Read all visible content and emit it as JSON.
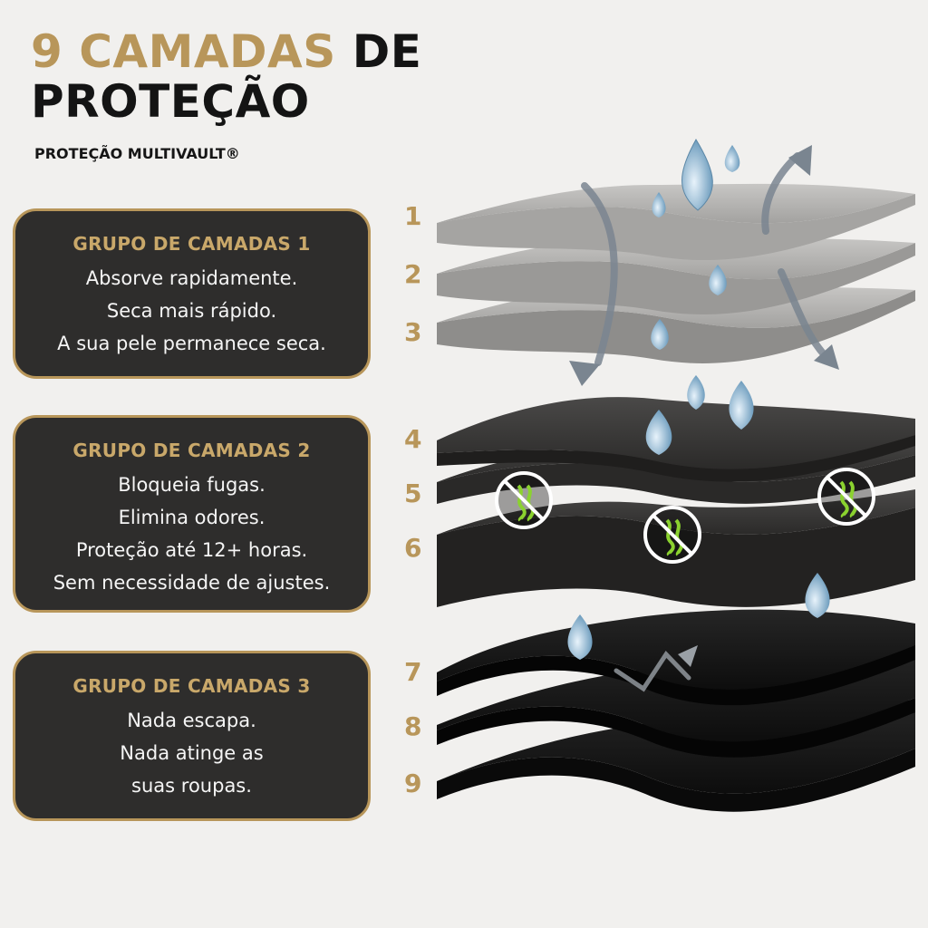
{
  "headline": {
    "line1_gold": "9 CAMADAS",
    "line1_dark": "DE",
    "line2": "PROTEÇÃO"
  },
  "subhead": "PROTEÇÃO MULTIVAULT®",
  "groups": [
    {
      "title": "GRUPO DE CAMADAS 1",
      "lines": [
        "Absorve rapidamente.",
        "Seca mais rápido.",
        "A sua pele permanece seca."
      ]
    },
    {
      "title": "GRUPO DE CAMADAS 2",
      "lines": [
        "Bloqueia fugas.",
        "Elimina odores.",
        "Proteção até 12+ horas.",
        "Sem necessidade de ajustes."
      ]
    },
    {
      "title": "GRUPO DE CAMADAS 3",
      "lines": [
        "Nada escapa.",
        "Nada atinge as",
        "suas roupas."
      ]
    }
  ],
  "layer_numbers": [
    "1",
    "2",
    "3",
    "4",
    "5",
    "6",
    "7",
    "8",
    "9"
  ],
  "colors": {
    "gold": "#b8965a",
    "card_bg": "#2e2d2c",
    "light_layer": "#b9b8b6",
    "mid_layer": "#3b3a39",
    "dark_layer": "#161616",
    "odor_icon": "#8bd22f",
    "droplet": "#9fc3dc"
  },
  "icons": [
    "water-droplet-icon",
    "airflow-arrow-icon",
    "no-odor-icon"
  ]
}
